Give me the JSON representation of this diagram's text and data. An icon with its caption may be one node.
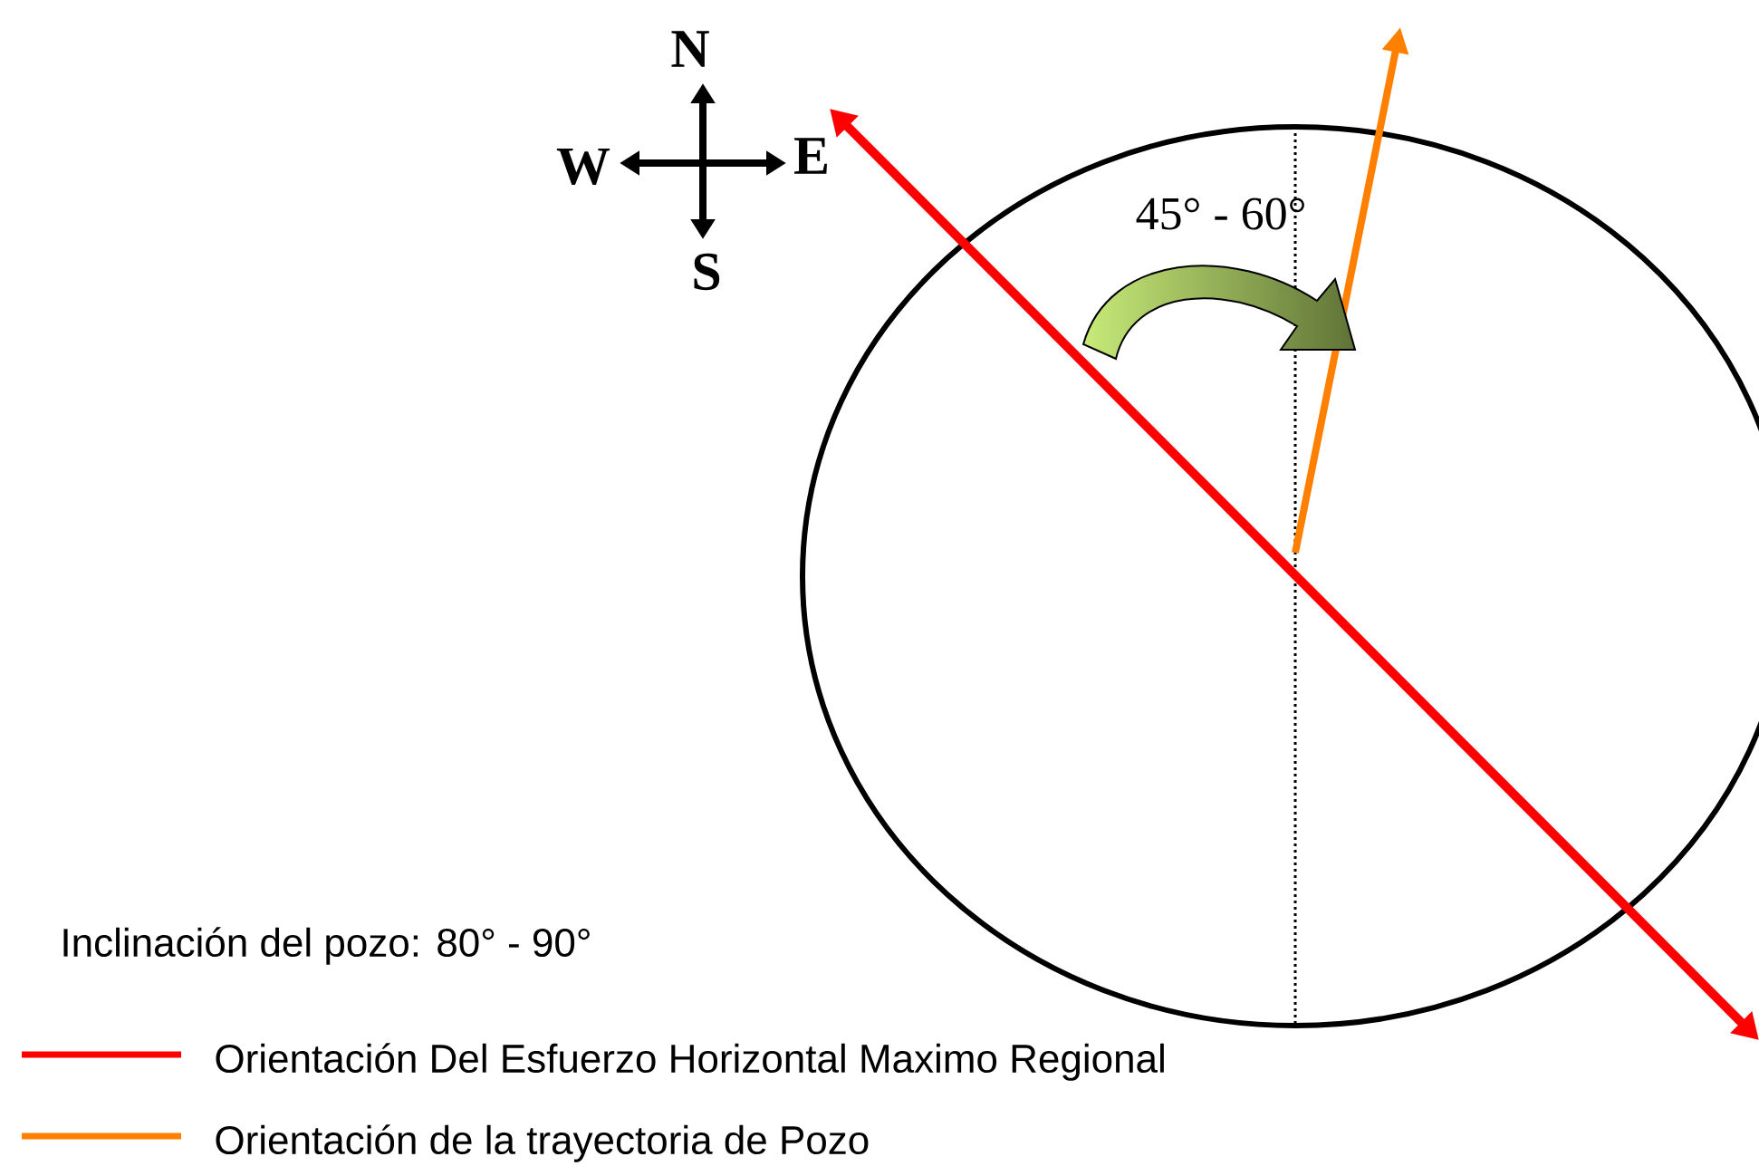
{
  "diagram": {
    "labels": [
      "N",
      "W",
      "E",
      "S",
      "45° - 60°",
      "Inclinación del pozo: 80° - 90°"
    ],
    "legend": [
      {
        "text": "Orientación Del Esfuerzo Horizontal Maximo Regional"
      },
      {
        "text": "Orientación de la trayectoria de Pozo"
      }
    ]
  }
}
